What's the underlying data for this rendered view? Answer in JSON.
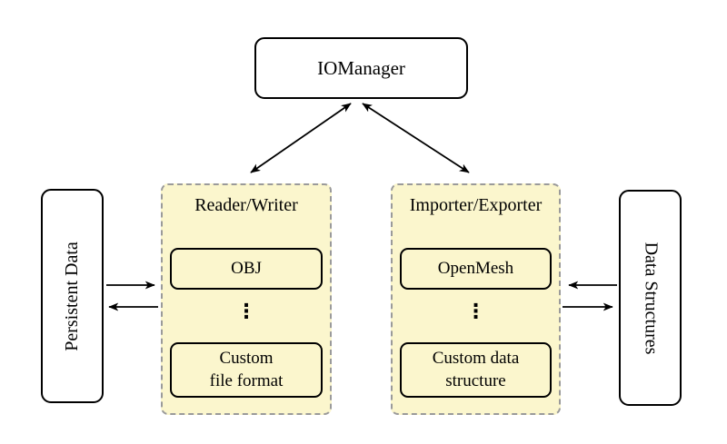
{
  "diagram": {
    "iomanager": {
      "label": "IOManager"
    },
    "persistent_data": {
      "label": "Persistent Data"
    },
    "data_structures": {
      "label": "Data Structures"
    },
    "reader_writer": {
      "title": "Reader/Writer",
      "ellipsis": "⋮",
      "items": [
        {
          "lines": [
            "OBJ"
          ]
        },
        {
          "lines": [
            "Custom",
            "file format"
          ]
        }
      ]
    },
    "importer_exporter": {
      "title": "Importer/Exporter",
      "ellipsis": "⋮",
      "items": [
        {
          "lines": [
            "OpenMesh"
          ]
        },
        {
          "lines": [
            "Custom data",
            "structure"
          ]
        }
      ]
    },
    "colors": {
      "container_fill": "#FBF6CD",
      "container_border": "#9A9A9A",
      "node_border": "#000000",
      "arrow": "#000000",
      "background": "#FFFFFF"
    }
  }
}
